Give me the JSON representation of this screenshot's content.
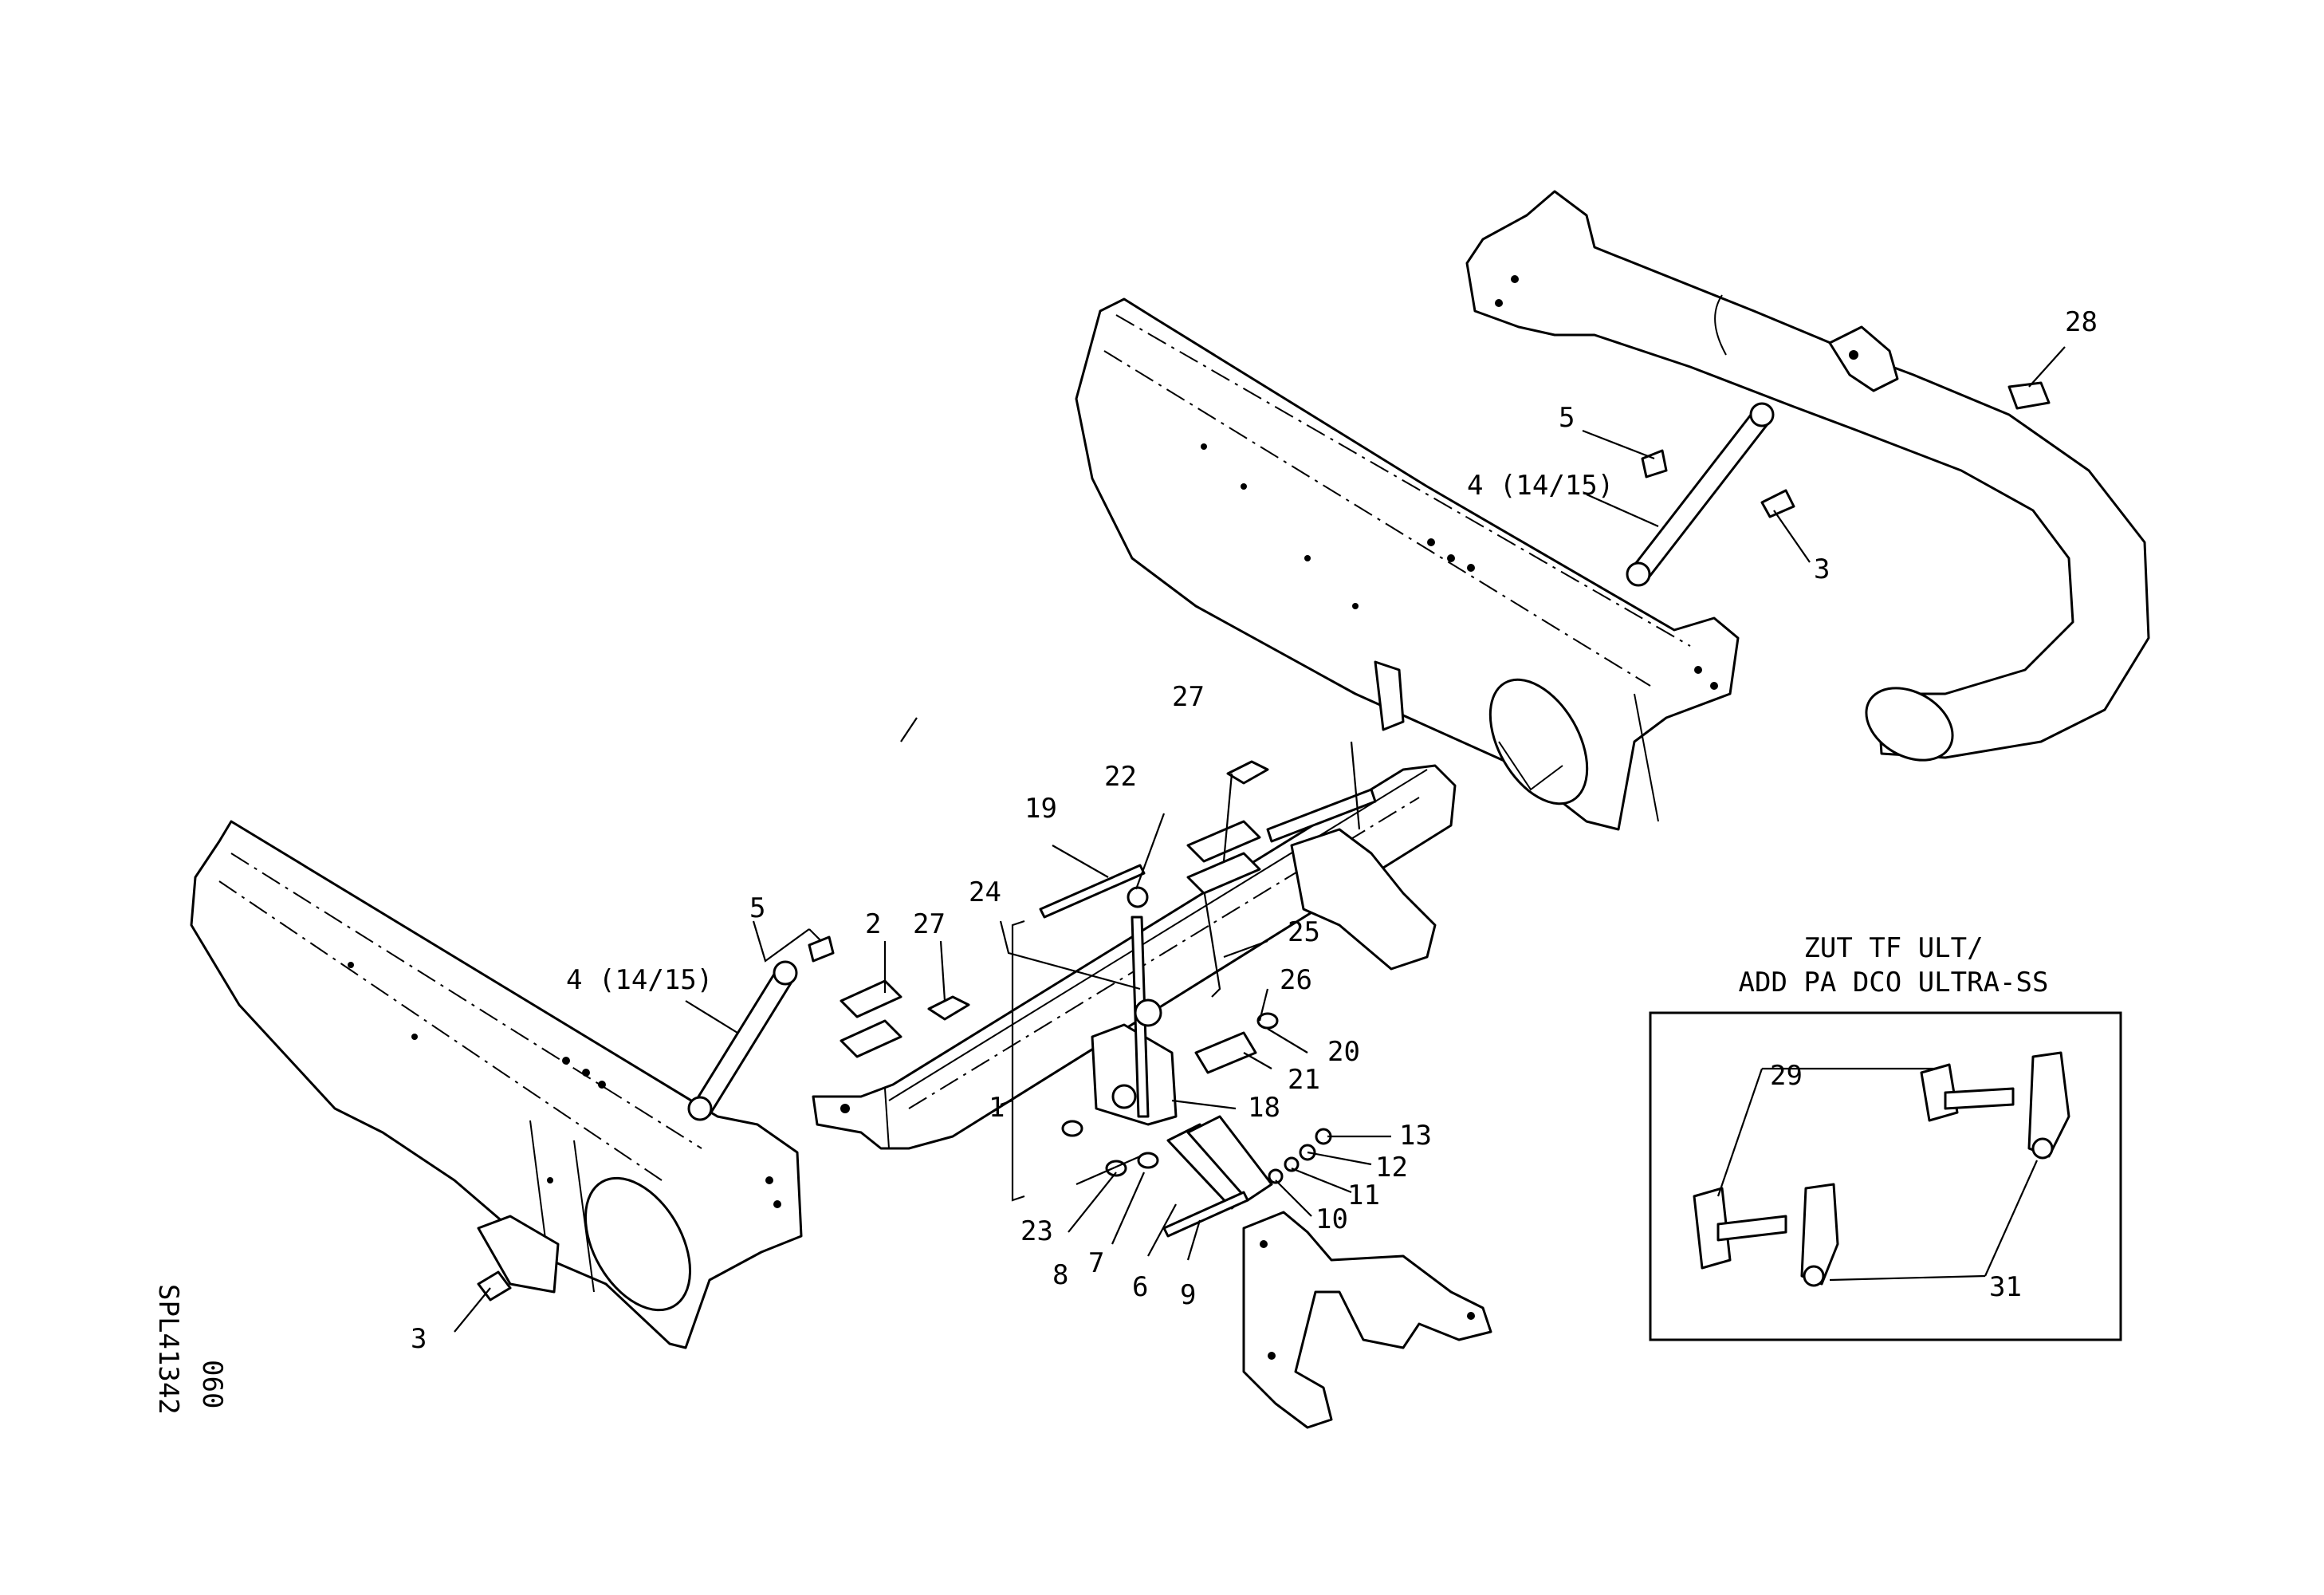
{
  "inset": {
    "title_line1": "ZUT TF ULT/",
    "title_line2": "ADD PA DCO ULTRA-SS"
  },
  "drawing_code": {
    "line1": "SPL41342",
    "line2": "060"
  },
  "callouts": {
    "c1": "1",
    "c2": "2",
    "c3_left": "3",
    "c3_right": "3",
    "c4_left": "4 (14/15)",
    "c4_right": "4 (14/15)",
    "c5_left": "5",
    "c5_right": "5",
    "c6": "6",
    "c7": "7",
    "c8": "8",
    "c9": "9",
    "c10": "10",
    "c11": "11",
    "c12": "12",
    "c13": "13",
    "c18": "18",
    "c19": "19",
    "c20": "20",
    "c21": "21",
    "c22": "22",
    "c23": "23",
    "c24": "24",
    "c25": "25",
    "c26": "26",
    "c27_left": "27",
    "c27_top": "27",
    "c28": "28",
    "c29": "29",
    "c31": "31"
  }
}
